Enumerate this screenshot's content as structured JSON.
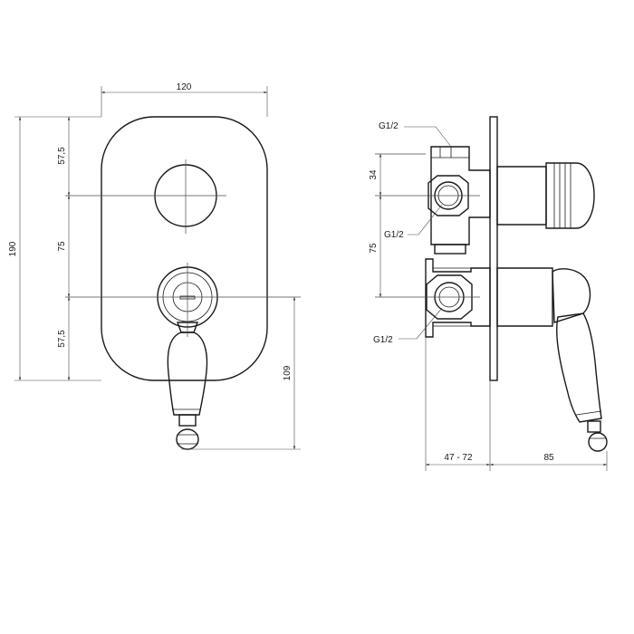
{
  "front_view": {
    "width_label": "120",
    "height_label": "190",
    "upper_gap_label": "57,5",
    "middle_gap_label": "75",
    "lower_gap_label": "57,5",
    "lever_drop_label": "109"
  },
  "side_view": {
    "inlet_top_label": "G1/2",
    "inlet_mid_label": "G1/2",
    "inlet_bottom_label": "G1/2",
    "offset_label": "34",
    "spacing_label": "75",
    "wall_depth_label": "47 - 72",
    "projection_label": "85"
  }
}
